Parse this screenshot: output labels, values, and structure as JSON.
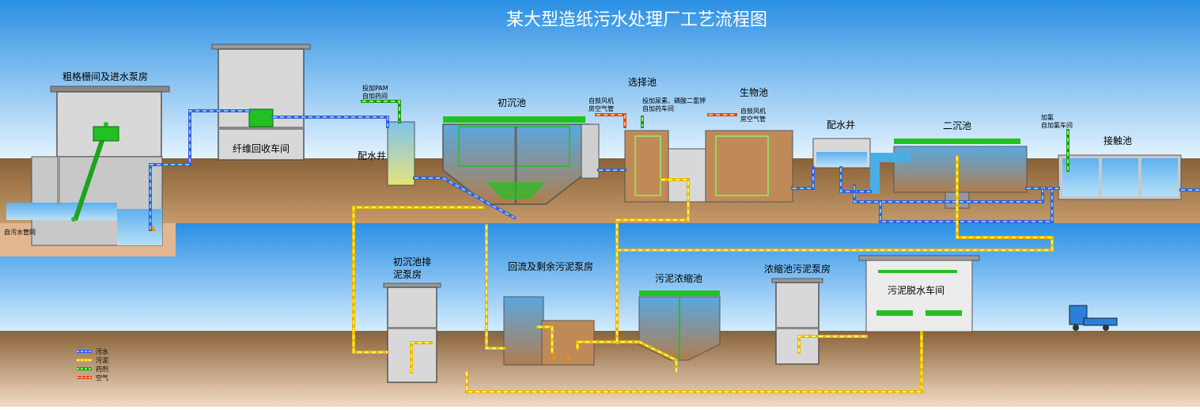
{
  "title": "某大型造纸污水处理厂工艺流程图",
  "units": {
    "coarse_screen": "粗格栅间及进水泵房",
    "fiber_recovery": "纤维回收车间",
    "distribution_well_1": "配水井",
    "primary_clarifier": "初沉池",
    "selector_tank": "选择池",
    "bio_tank": "生物池",
    "distribution_well_2": "配水井",
    "secondary_clarifier": "二沉池",
    "contact_tank": "接触池",
    "primary_sludge_pump": "初沉池排泥泵房",
    "return_sludge_pump": "回流及剩余污泥泵房",
    "thickener": "污泥浓缩池",
    "thickener_pump": "浓缩池污泥泵房",
    "dewatering": "污泥脱水车间"
  },
  "annotations": {
    "pam": [
      "投加PAM",
      "自加药间"
    ],
    "selector_air": [
      "自鼓风机",
      "房空气管"
    ],
    "nutrients": [
      "投加尿素、磷酸二氢钾",
      "自加药车间"
    ],
    "bio_air": [
      "自鼓风机",
      "房空气管"
    ],
    "chlorine": [
      "加氯",
      "自加氯车间"
    ],
    "inlet": "自污水管网"
  },
  "legend": [
    {
      "label": "污水",
      "color": "#3a5fd9",
      "dash": "#7fc8ff"
    },
    {
      "label": "污泥",
      "color": "#e8b800",
      "dash": "#fff27a"
    },
    {
      "label": "药剂",
      "color": "#1a9a1a",
      "dash": "#8cf06a"
    },
    {
      "label": "空气",
      "color": "#d94a1a",
      "dash": "#ffb38a"
    }
  ],
  "colors": {
    "sky_top": "#2a8fe3",
    "sky_bottom": "#e8f6ff",
    "ground": "#a07a52",
    "water": "#7fc3ef",
    "sludge": "#b07d4e",
    "equipment_green": "#22c022"
  }
}
